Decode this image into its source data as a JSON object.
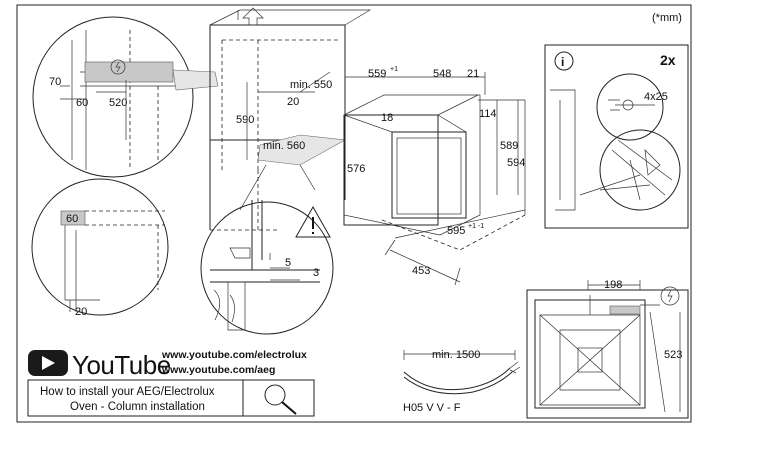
{
  "units_note": "(*mm)",
  "left_circle": {
    "d70": "70",
    "d60": "60",
    "d520": "520"
  },
  "column": {
    "min550": "min. 550",
    "d20": "20",
    "d590": "590",
    "min560": "min. 560"
  },
  "corner_circle": {
    "d60": "60",
    "d20": "20"
  },
  "detail_circle": {
    "d5": "5",
    "d3": "3"
  },
  "oven": {
    "d559": "559",
    "d559_sup": "+1",
    "d548": "548",
    "d21": "21",
    "d18": "18",
    "d114": "114",
    "d576": "576",
    "d589": "589",
    "d594": "594",
    "d595": "595",
    "d595_sup": "+1 -1",
    "d453": "453"
  },
  "screw_box": {
    "info": "i",
    "count": "2x",
    "screw": "4x25"
  },
  "bottom_right": {
    "d198": "198",
    "d523": "523"
  },
  "cable": {
    "min1500": "min. 1500",
    "type": "H05 V V - F"
  },
  "youtube": {
    "wordmark": "YouTube",
    "url1": "www.youtube.com/electrolux",
    "url2": "www.youtube.com/aeg",
    "caption_line1": "How to install your AEG/Electrolux",
    "caption_line2": "Oven - Column installation"
  }
}
